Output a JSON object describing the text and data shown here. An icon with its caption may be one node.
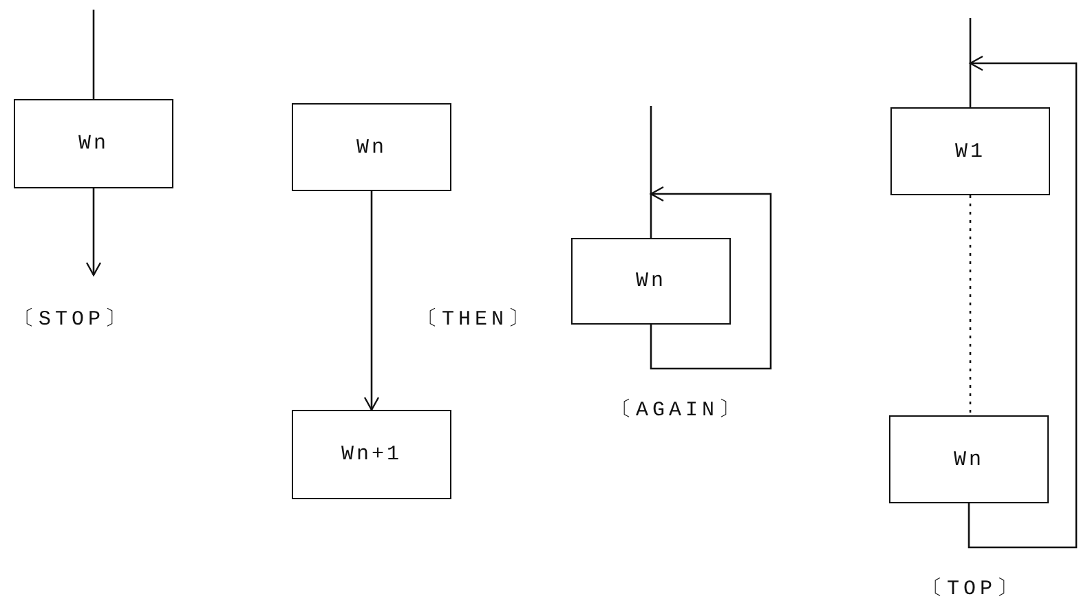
{
  "diagram": {
    "nodes": [
      {
        "text": [
          "Wn"
        ]
      },
      {
        "text": [
          "Wn"
        ]
      },
      {
        "text": [
          "Wn+1"
        ]
      },
      {
        "text": [
          "Wn"
        ]
      },
      {
        "text": [
          "W1"
        ]
      },
      {
        "text": [
          "Wn"
        ]
      }
    ],
    "edges": [
      {
        "from": null,
        "to": 0,
        "arrow": "none"
      },
      {
        "from": 0,
        "to": null,
        "arrow": "to"
      },
      {
        "from": 1,
        "to": 2,
        "arrow": "to"
      },
      {
        "from": null,
        "to": 3,
        "arrow": "none"
      },
      {
        "from": 3,
        "to": 3,
        "arrow": "to"
      },
      {
        "from": null,
        "to": 4,
        "arrow": "none"
      },
      {
        "from": 4,
        "to": 5,
        "arrow": "none",
        "style": "dashed"
      },
      {
        "from": 5,
        "to": 4,
        "arrow": "to"
      }
    ],
    "labels": [
      "〔STOP〕",
      "〔THEN〕",
      "〔AGAIN〕",
      "〔TOP〕"
    ]
  }
}
